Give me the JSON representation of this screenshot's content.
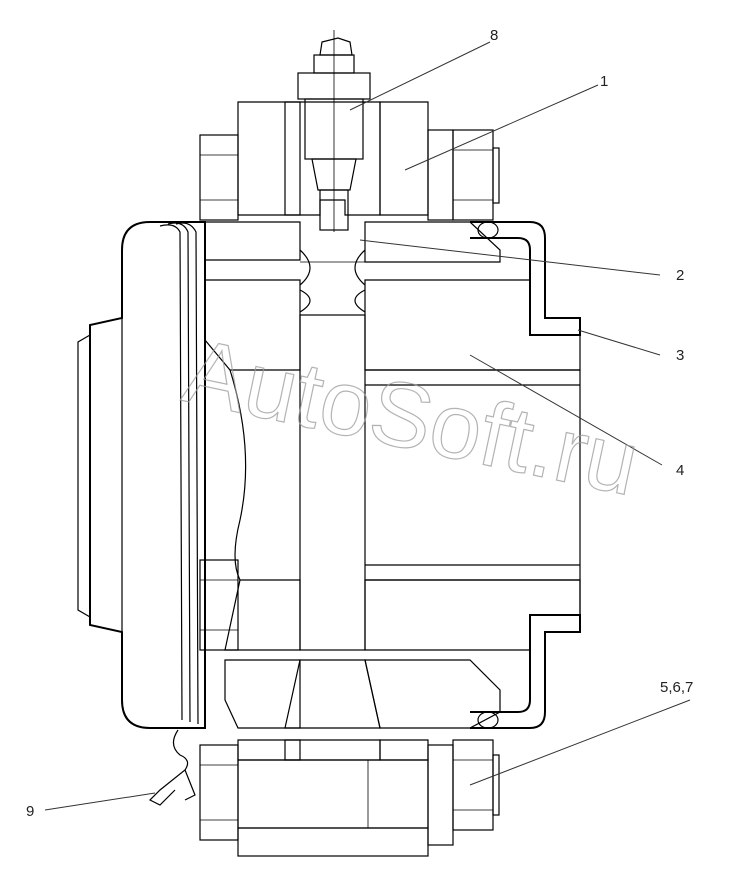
{
  "callouts": [
    {
      "id": "8",
      "label": "8"
    },
    {
      "id": "1",
      "label": "1"
    },
    {
      "id": "2",
      "label": "2"
    },
    {
      "id": "3",
      "label": "3"
    },
    {
      "id": "4",
      "label": "4"
    },
    {
      "id": "5",
      "label": "5,6,7"
    },
    {
      "id": "9",
      "label": "9"
    }
  ],
  "watermark": "AutoSoft.ru",
  "colors": {
    "line": "#000000",
    "hatch": "#000000",
    "watermark": "#9a9a9a",
    "text": "#222222"
  }
}
